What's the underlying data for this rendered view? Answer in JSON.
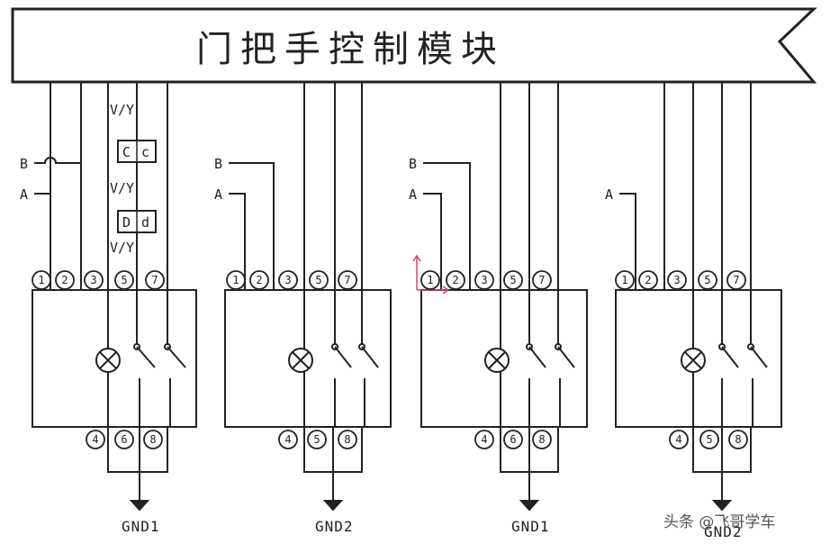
{
  "title": "门把手控制模块",
  "wire_labels": {
    "a": "A",
    "b": "B"
  },
  "v_labels": [
    "V/Y",
    "V/Y",
    "V/Y"
  ],
  "connectors": [
    {
      "left": "C",
      "right": "c"
    },
    {
      "left": "D",
      "right": "d"
    }
  ],
  "modules": [
    {
      "top_pins": [
        "1",
        "2",
        "3",
        "5",
        "7"
      ],
      "bottom_pins": [
        "4",
        "6",
        "8"
      ],
      "ground": "GND1"
    },
    {
      "top_pins": [
        "1",
        "2",
        "3",
        "5",
        "7"
      ],
      "bottom_pins": [
        "4",
        "5",
        "8"
      ],
      "ground": "GND2"
    },
    {
      "top_pins": [
        "1",
        "2",
        "3",
        "5",
        "7"
      ],
      "bottom_pins": [
        "4",
        "6",
        "8"
      ],
      "ground": "GND1"
    },
    {
      "top_pins": [
        "1",
        "2",
        "3",
        "5",
        "7"
      ],
      "bottom_pins": [
        "4",
        "5",
        "8"
      ],
      "ground": "GND2"
    }
  ],
  "watermark": "头条 @飞哥学车",
  "colors": {
    "line": "#222222",
    "background": "#ffffff",
    "marker": "#c84a6a"
  }
}
